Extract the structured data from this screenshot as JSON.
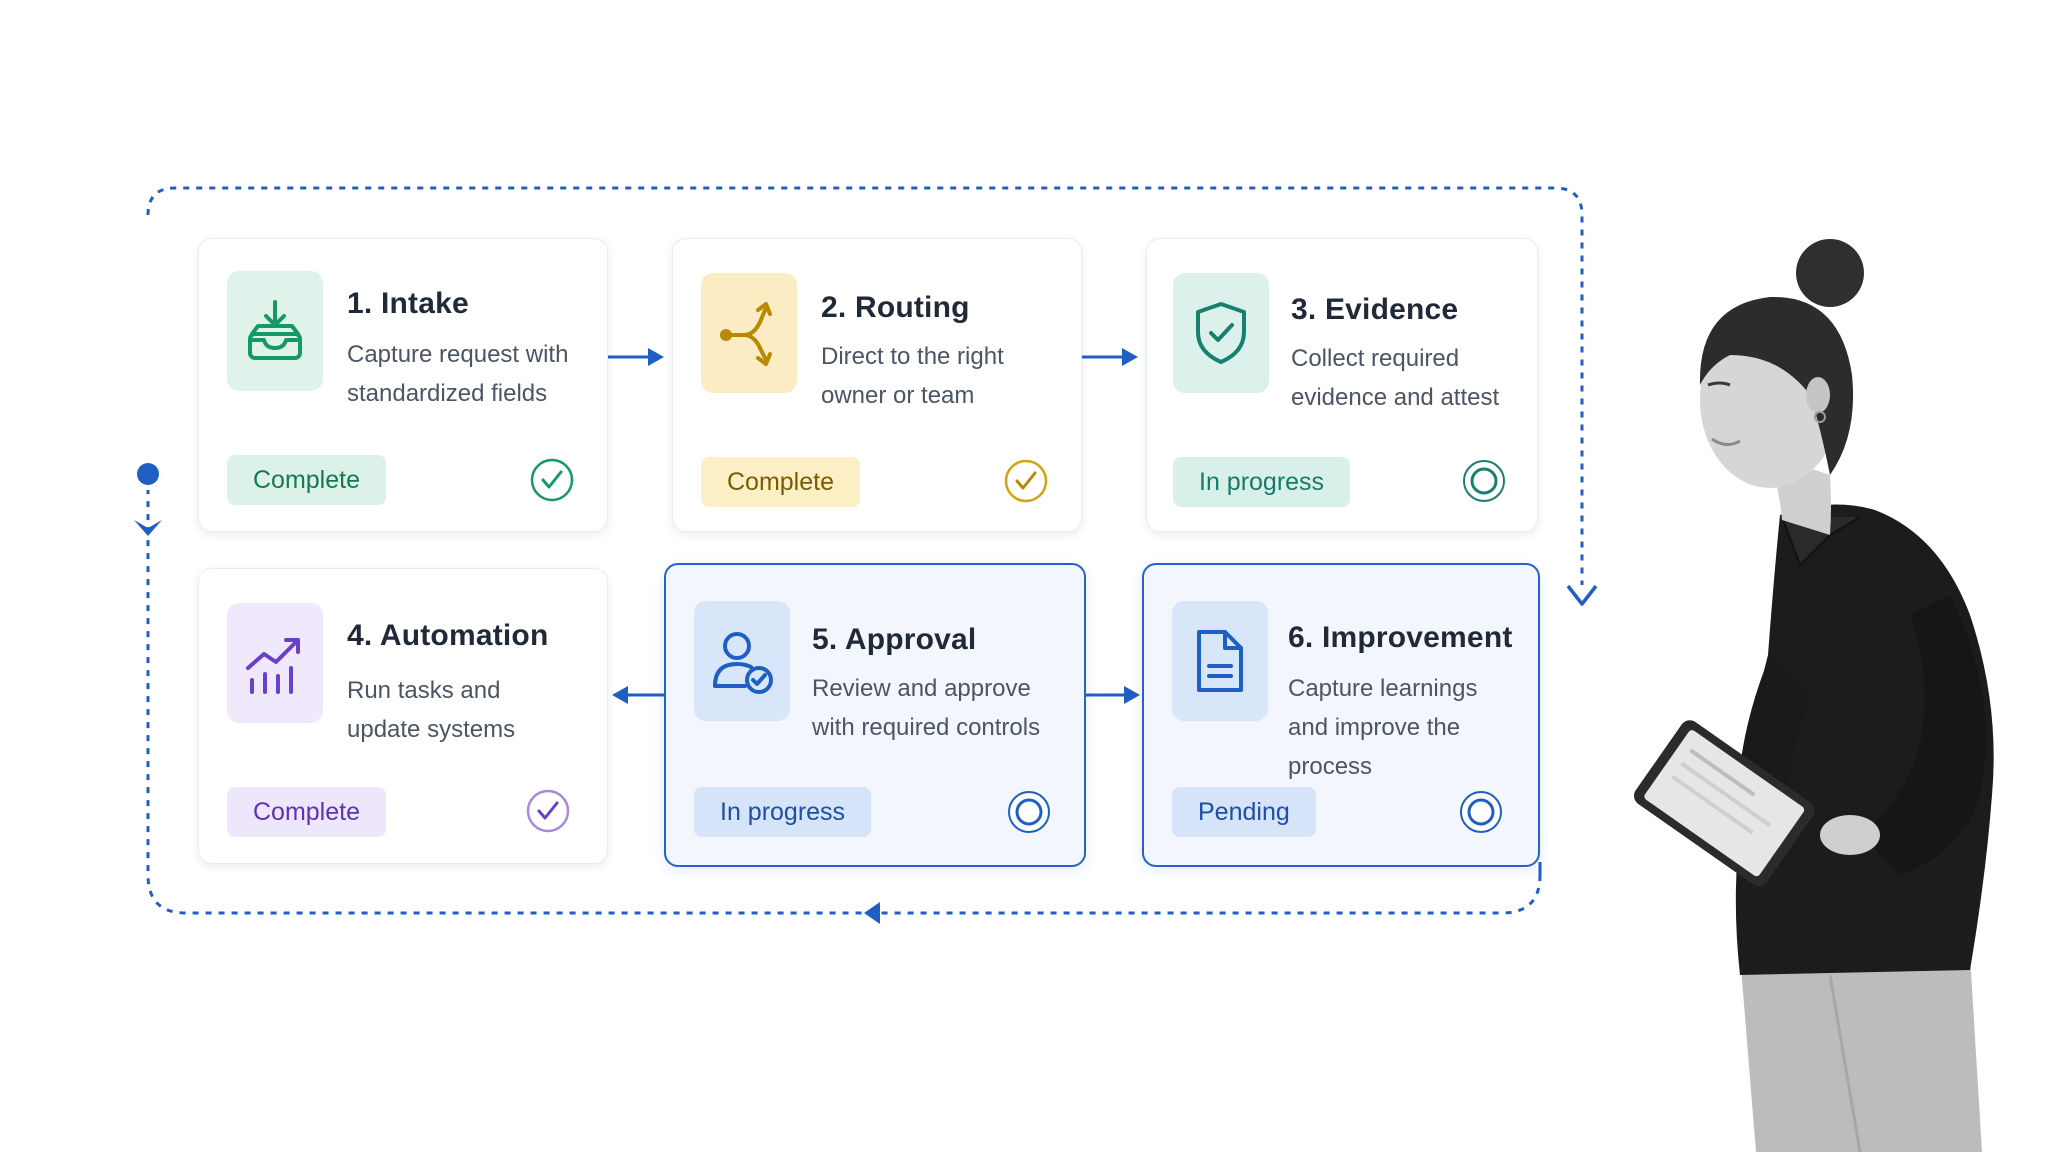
{
  "steps": [
    {
      "title": "1. Intake",
      "desc": "Capture request with standardized fields",
      "status": "Complete",
      "icon": "inbox-download-icon",
      "status_icon": "check-circle-icon",
      "color": "#159a63"
    },
    {
      "title": "2. Routing",
      "desc": "Direct to the right owner or team",
      "status": "Complete",
      "icon": "branch-routing-icon",
      "status_icon": "check-circle-icon",
      "color": "#b98a00"
    },
    {
      "title": "3. Evidence",
      "desc": "Collect required evidence and attest",
      "status": "In progress",
      "icon": "shield-check-icon",
      "status_icon": "ring-circle-icon",
      "color": "#17806f"
    },
    {
      "title": "4. Automation",
      "desc": "Run tasks and update systems",
      "status": "Complete",
      "icon": "chart-trend-icon",
      "status_icon": "check-circle-icon",
      "color": "#6a3fc9"
    },
    {
      "title": "5. Approval",
      "desc": "Review and approve with required controls",
      "status": "In progress",
      "icon": "user-check-icon",
      "status_icon": "ring-circle-icon",
      "color": "#1f5fc4"
    },
    {
      "title": "6. Improvement",
      "desc": "Capture learnings and improve the process",
      "status": "Pending",
      "icon": "document-icon",
      "status_icon": "ring-circle-icon",
      "color": "#1f5fc4"
    }
  ],
  "colors": {
    "loop": "#1f5fc4",
    "active_border": "#2563c9"
  }
}
